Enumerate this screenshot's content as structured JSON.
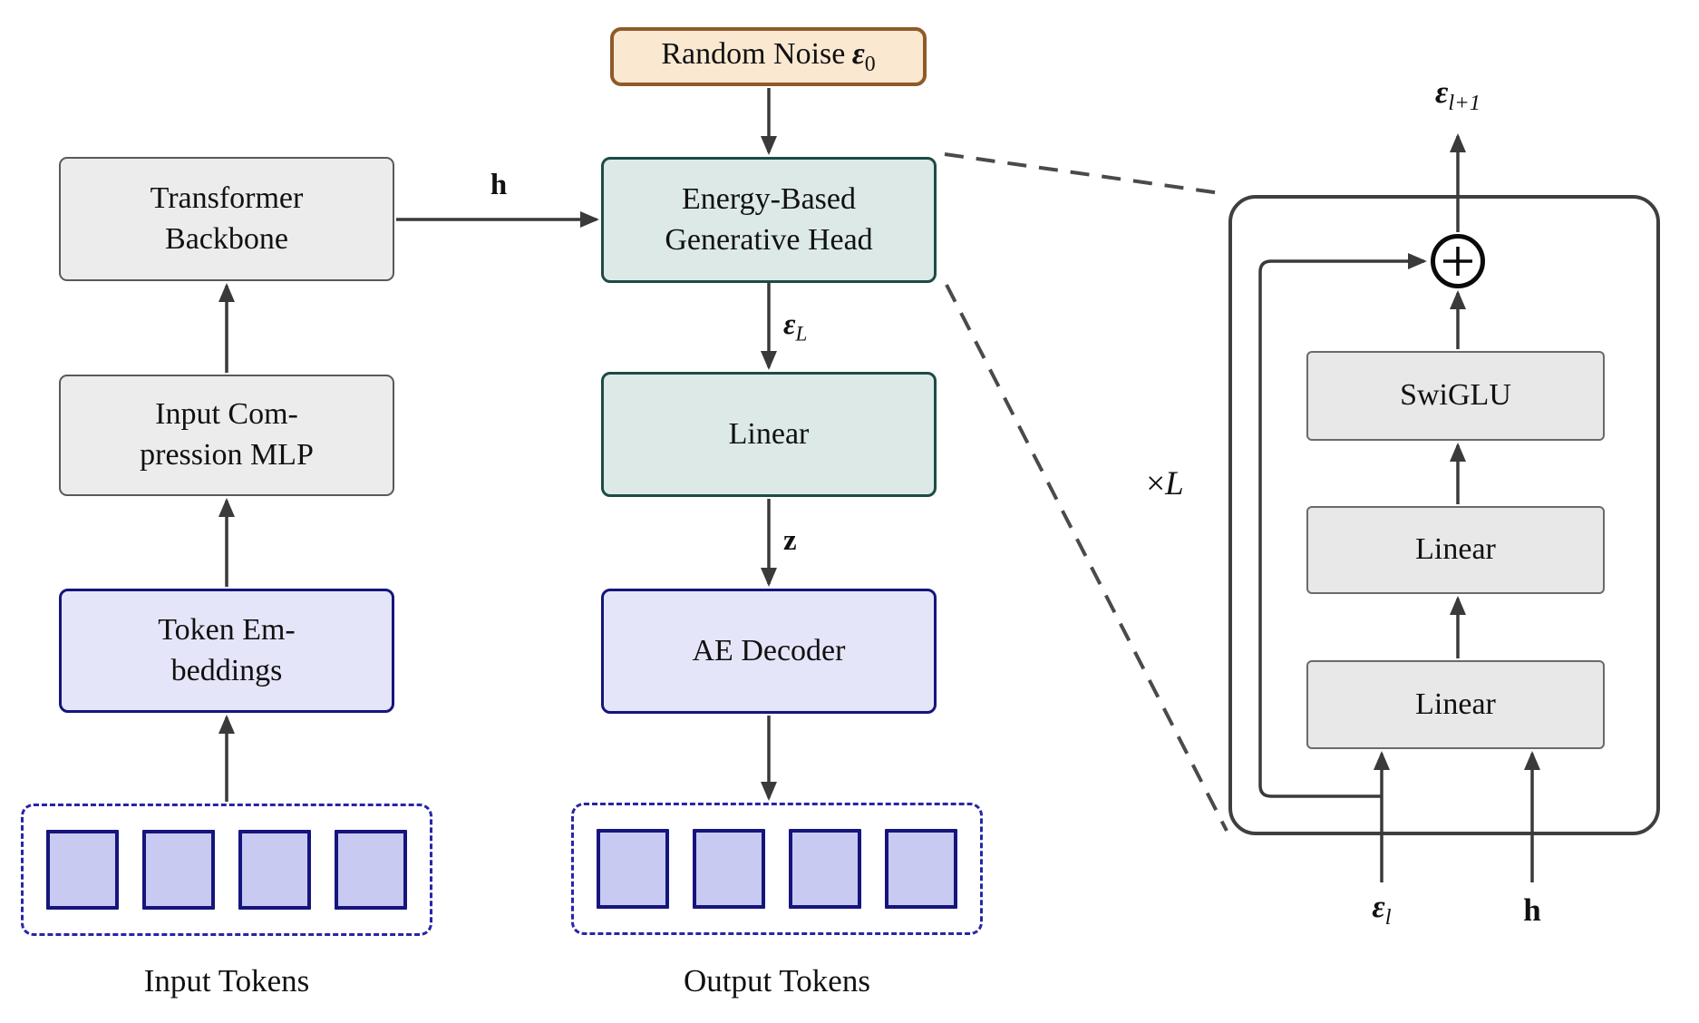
{
  "nodes": {
    "random_noise": {
      "text": "Random Noise",
      "sym": "ε",
      "sub": "0"
    },
    "transformer_backbone": {
      "line1": "Transformer",
      "line2": "Backbone"
    },
    "input_compression_mlp": {
      "line1": "Input Com-",
      "line2": "pression MLP"
    },
    "token_embeddings": {
      "line1": "Token Em-",
      "line2": "beddings"
    },
    "energy_head": {
      "line1": "Energy-Based",
      "line2": "Generative Head"
    },
    "linear_mid": {
      "label": "Linear"
    },
    "ae_decoder": {
      "label": "AE Decoder"
    },
    "input_tokens": {
      "label": "Input Tokens",
      "square_count": 4
    },
    "output_tokens": {
      "label": "Output Tokens",
      "square_count": 4
    }
  },
  "edge_labels": {
    "h": "h",
    "z": "z",
    "eps_L": {
      "base": "ε",
      "sub": "L"
    }
  },
  "detail": {
    "multiplier_times": "×",
    "multiplier_var": "L",
    "plus": "+",
    "swiglu": "SwiGLU",
    "linear_upper": "Linear",
    "linear_lower": "Linear",
    "input_eps": {
      "base": "ε",
      "sub": "l"
    },
    "input_h": "h",
    "output": {
      "base": "ε",
      "sub": "l+1"
    }
  },
  "colors": {
    "noise_fill": "#FAE8D1",
    "noise_border": "#8E5B27",
    "gray_fill": "#ECECEC",
    "gray_border": "#595959",
    "teal_fill": "#DCE9E7",
    "teal_border": "#1C4B46",
    "lavender_fill": "#E5E5FA",
    "lavender_border": "#15157D",
    "token_fill": "#C8CAF2",
    "token_border": "#15157D",
    "token_container_dash": "#2626A8",
    "arrow": "#3A3A3A",
    "detail_frame_border": "#3F3F3F",
    "detail_box_fill": "#E8E8E8",
    "detail_box_border": "#6A6A6A",
    "plus_node_border": "#0A0A0A",
    "background": "#FFFFFF",
    "text": "#111111"
  }
}
